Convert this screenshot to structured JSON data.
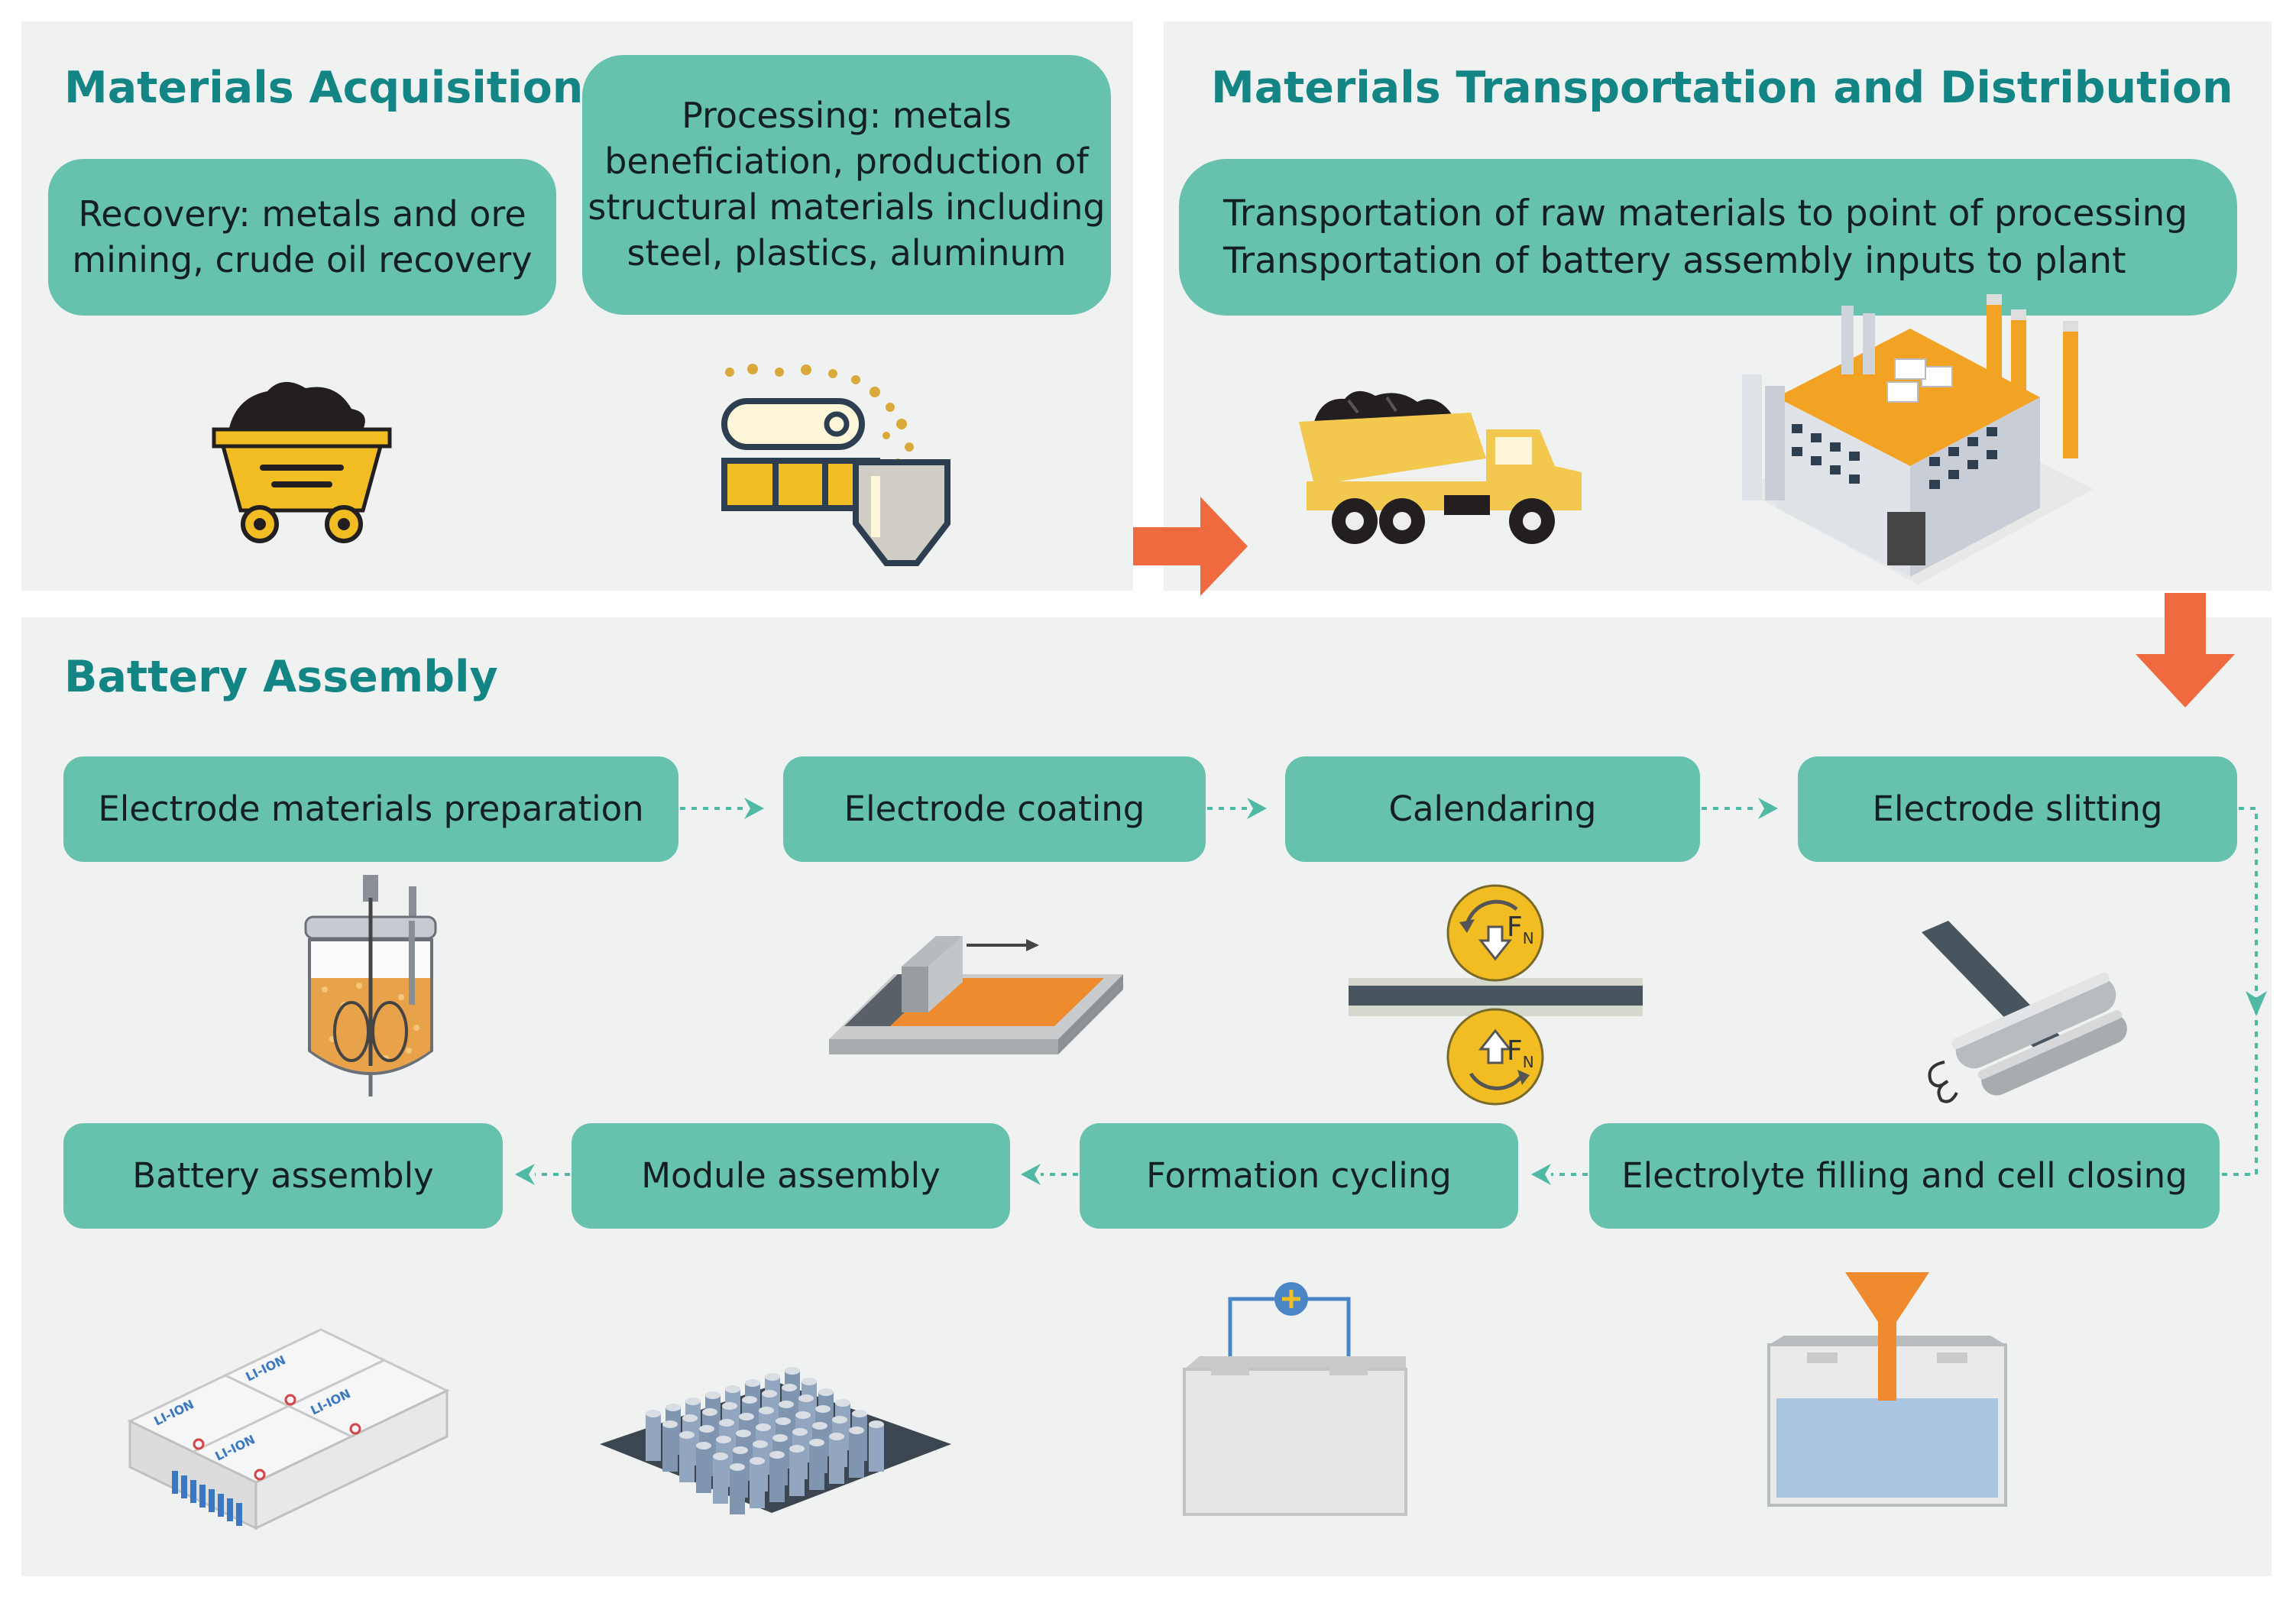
{
  "sections": {
    "acquisition": {
      "title": "Materials Acquisition",
      "recovery": [
        "Recovery: metals and ore",
        "mining, crude oil recovery"
      ],
      "processing": [
        "Processing: metals",
        "beneficiation, production of",
        "structural materials including",
        "steel, plastics, aluminum"
      ]
    },
    "transport": {
      "title": "Materials Transportation and Distribution",
      "lines": [
        "Transportation of raw materials to point of processing",
        "Transportation of battery assembly inputs to plant"
      ]
    },
    "assembly": {
      "title": "Battery Assembly",
      "steps": [
        "Electrode materials preparation",
        "Electrode coating",
        "Calendaring",
        "Electrode slitting",
        "Electrolyte filling and cell closing",
        "Formation cycling",
        "Module assembly",
        "Battery assembly"
      ]
    }
  },
  "artwork_text": {
    "force_symbol": "F",
    "force_subscript": "N",
    "battery_brand": "LI-ION"
  },
  "colors": {
    "panel": "#f0f1f1",
    "title": "#138585",
    "box": "#67c2ad",
    "arrow": "#ef6a3f",
    "dotted": "#4fb9a3",
    "accent_yellow": "#f2bd22"
  },
  "icons": [
    "ore-cart-icon",
    "processing-machine-icon",
    "arrow-right-icon",
    "dump-truck-icon",
    "factory-icon",
    "arrow-down-icon",
    "mixing-tank-icon",
    "coating-machine-icon",
    "calender-rollers-icon",
    "slitting-rollers-icon",
    "filling-funnel-icon",
    "battery-charging-icon",
    "cell-module-icon",
    "battery-pack-icon"
  ]
}
